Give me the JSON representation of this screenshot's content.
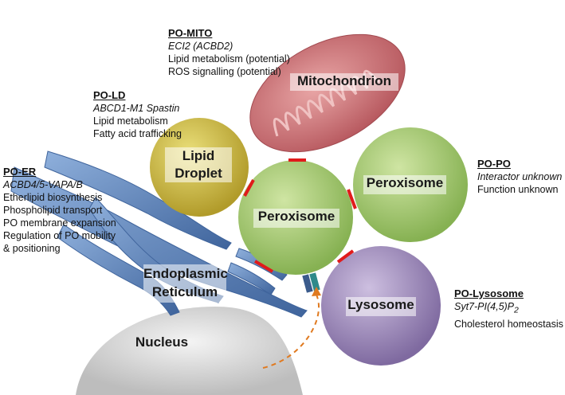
{
  "organelles": {
    "mitochondrion": "Mitochondrion",
    "lipid_droplet_line1": "Lipid",
    "lipid_droplet_line2": "Droplet",
    "peroxisome_center": "Peroxisome",
    "peroxisome_right": "Peroxisome",
    "er_line1": "Endoplasmic",
    "er_line2": "Reticulum",
    "lysosome": "Lysosome",
    "nucleus": "Nucleus"
  },
  "contacts": {
    "po_mito": {
      "heading": "PO-MITO",
      "proteins": "ECI2 (ACBD2)",
      "functions": [
        "Lipid metabolism (potential)",
        "ROS signalling (potential)"
      ]
    },
    "po_ld": {
      "heading": "PO-LD",
      "proteins": "ABCD1-M1 Spastin",
      "functions": [
        "Lipid metabolism",
        "Fatty acid trafficking"
      ]
    },
    "po_er": {
      "heading": "PO-ER",
      "proteins": "ACBD4/5-VAPA/B",
      "functions": [
        "Etherlipid biosynthesis",
        "Phospholipid transport",
        "PO membrane expansion",
        "Regulation of PO mobility",
        "& positioning"
      ]
    },
    "po_po": {
      "heading": "PO-PO",
      "proteins": "Interactor unknown",
      "functions": [
        "Function unknown"
      ]
    },
    "po_lysosome": {
      "heading": "PO-Lysosome",
      "proteins_prefix": "Syt7-PI(4,5)P",
      "proteins_sub": "2",
      "functions": [
        "Cholesterol homeostasis"
      ]
    }
  },
  "colors": {
    "mitochondrion": "#c96a6f",
    "lipid_droplet": "#c7b43a",
    "peroxisome": "#9fc46a",
    "lysosome": "#9a86b4",
    "er": "#5b80b6",
    "nucleus": "#cfcfcf",
    "contact": "#e01b1b",
    "arrow": "#e07a20"
  }
}
